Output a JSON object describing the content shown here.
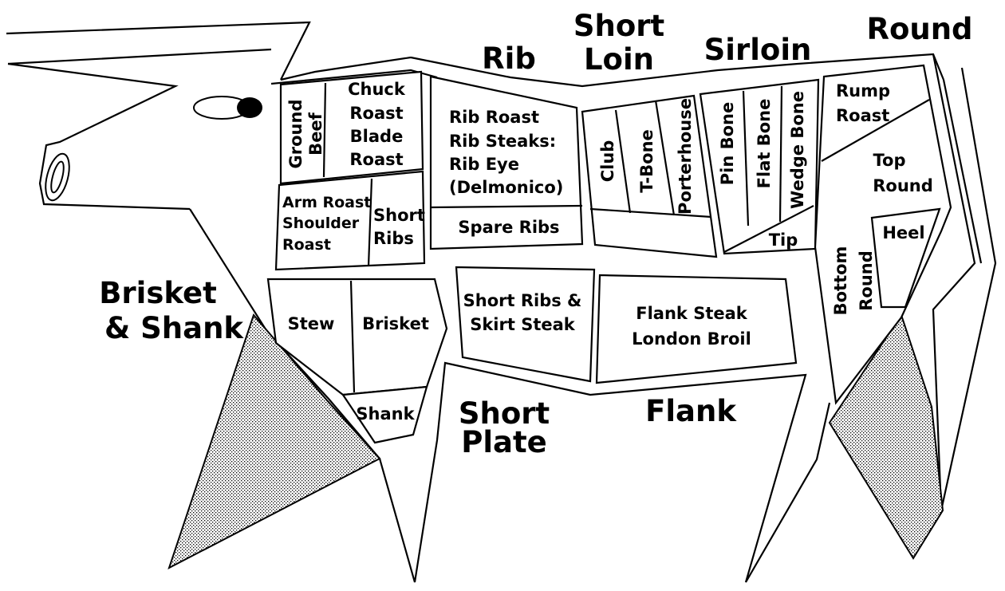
{
  "primals": {
    "rib": "Rib",
    "short_loin": [
      "Short",
      "Loin"
    ],
    "sirloin": "Sirloin",
    "round": "Round",
    "brisket_shank": [
      "Brisket",
      "& Shank"
    ],
    "short_plate": [
      "Short",
      "Plate"
    ],
    "flank": "Flank"
  },
  "cuts": {
    "ground_beef": [
      "Ground",
      "Beef"
    ],
    "chuck_blade": [
      "Chuck",
      "Roast",
      "Blade",
      "Roast"
    ],
    "arm_roast": [
      "Arm Roast",
      "Shoulder",
      "Roast"
    ],
    "short_ribs_chuck": [
      "Short",
      "Ribs"
    ],
    "rib_roast": [
      "Rib Roast",
      "Rib Steaks:",
      "Rib Eye",
      "(Delmonico)"
    ],
    "spare_ribs": "Spare Ribs",
    "club": "Club",
    "t_bone": "T-Bone",
    "porterhouse": "Porterhouse",
    "pin_bone": "Pin Bone",
    "flat_bone": "Flat Bone",
    "wedge_bone": "Wedge Bone",
    "tip": "Tip",
    "rump_roast": [
      "Rump",
      "Roast"
    ],
    "top_round": [
      "Top",
      "Round"
    ],
    "heel": "Heel",
    "bottom_round": [
      "Bottom",
      "Round"
    ],
    "stew": "Stew",
    "brisket": "Brisket",
    "shank": "Shank",
    "short_ribs_skirt": [
      "Short Ribs &",
      "Skirt Steak"
    ],
    "flank_steak": [
      "Flank Steak",
      "London Broil"
    ]
  }
}
